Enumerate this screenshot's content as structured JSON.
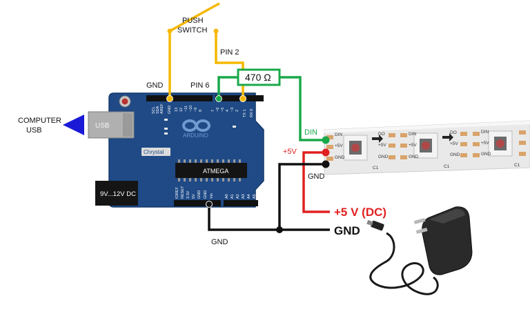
{
  "labels": {
    "push": "PUSH",
    "switch": "SWITCH",
    "pin2": "PIN 2",
    "pin6": "PIN 6",
    "gnd_top": "GND",
    "resistor": "470 Ω",
    "computer": "COMPUTER",
    "usb": "USB",
    "usb_port": "USB",
    "brand": "Chrystal",
    "arduino": "ARDUINO",
    "chip": "ATMEGA",
    "power_jack": "9V...12V DC",
    "din": "DIN",
    "plus5v": "+5V",
    "gnd_strip": "GND",
    "plus5v_dc": "+5 V (DC)",
    "gnd_big": "GND",
    "gnd_bottom": "GND"
  },
  "header_labels": {
    "top_digital": [
      "SCL",
      "SDA",
      "AREF",
      "GND",
      "13",
      "12",
      "~11",
      "~10",
      "~9",
      "8",
      "7",
      "~6",
      "~5",
      "4",
      "~3",
      "2",
      "TX 1",
      "RX 0"
    ],
    "bottom_power": [
      "IOREF",
      "RESET",
      "3.3V",
      "5V",
      "GND",
      "GND",
      "Vin",
      "A0",
      "A1",
      "A2",
      "A3",
      "A4",
      "A5"
    ]
  },
  "strip_pads": {
    "din": "DIN",
    "do": "DO",
    "p5v": "+5V",
    "gnd": "GND",
    "cap": "C1"
  },
  "colors": {
    "gnd_wire": "#f5b800",
    "switch_wire": "#f5b800",
    "din_wire": "#1aa84a",
    "power_wire": "#e02020",
    "ground_wire": "#111111",
    "board": "#1f4a86",
    "usb_arrow": "#1a1ad6",
    "plus5v_text": "#e02020"
  }
}
